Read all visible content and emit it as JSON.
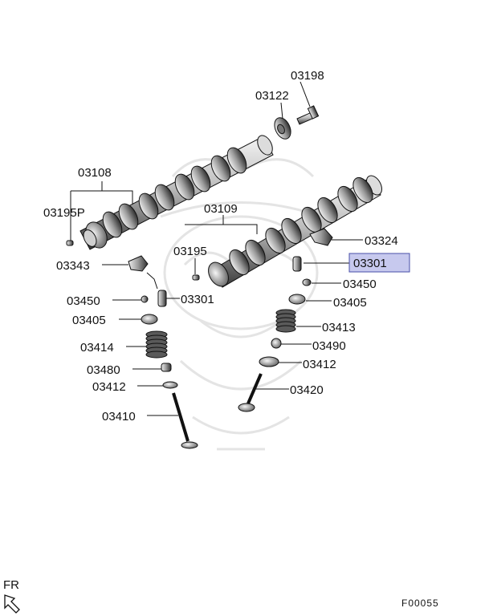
{
  "labels": {
    "p03198": "03198",
    "p03122": "03122",
    "p03108": "03108",
    "p03195P": "03195P",
    "p03109": "03109",
    "p03195": "03195",
    "p03324": "03324",
    "p03343": "03343",
    "p03301_highlight": "03301",
    "p03301": "03301",
    "p03450_left": "03450",
    "p03450_right": "03450",
    "p03405_left": "03405",
    "p03405_right": "03405",
    "p03413": "03413",
    "p03414": "03414",
    "p03490": "03490",
    "p03480": "03480",
    "p03412_left": "03412",
    "p03412_right": "03412",
    "p03420": "03420",
    "p03410": "03410"
  },
  "direction": {
    "label": "FR"
  },
  "figure_code": "F00055",
  "colors": {
    "highlight_fill": "#c7c9ee",
    "highlight_border": "#4a4fa8",
    "watermark": "#e4e4e4"
  }
}
